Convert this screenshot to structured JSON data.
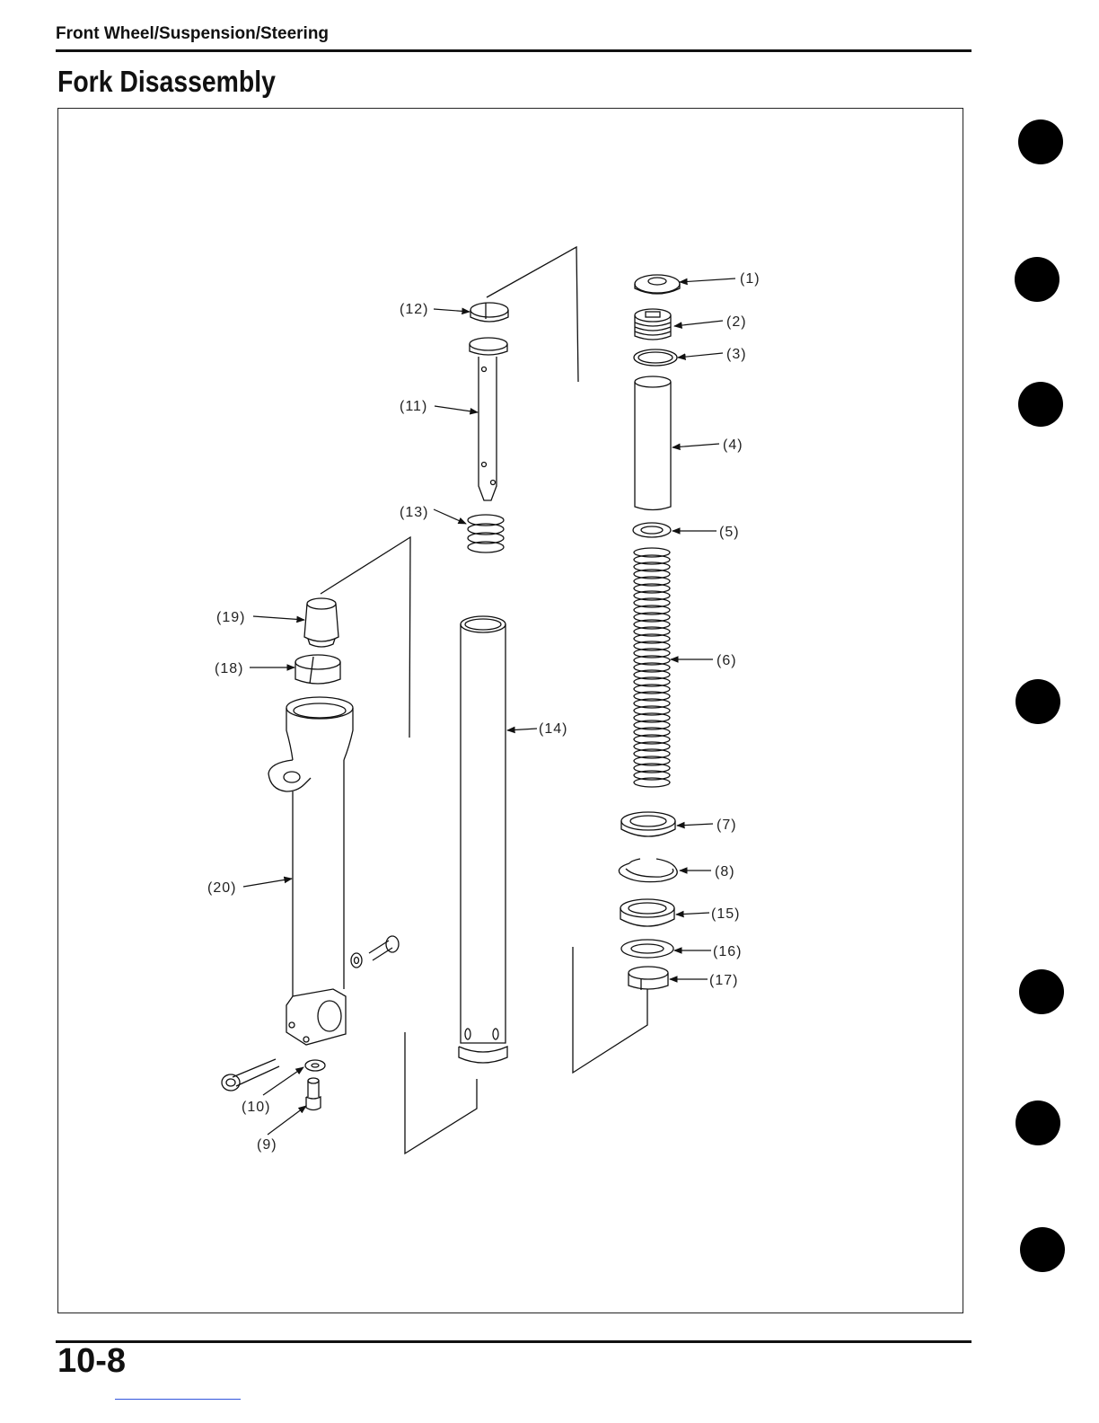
{
  "header": {
    "section": "Front Wheel/Suspension/Steering",
    "title": "Fork Disassembly"
  },
  "figure": {
    "labels": {
      "p1": "(1)",
      "p2": "(2)",
      "p3": "(3)",
      "p4": "(4)",
      "p5": "(5)",
      "p6": "(6)",
      "p7": "(7)",
      "p8": "(8)",
      "p9": "(9)",
      "p10": "(10)",
      "p11": "(11)",
      "p12": "(12)",
      "p13": "(13)",
      "p14": "(14)",
      "p15": "(15)",
      "p16": "(16)",
      "p17": "(17)",
      "p18": "(18)",
      "p19": "(19)",
      "p20": "(20)"
    }
  },
  "footer": {
    "page_number": "10-8"
  }
}
